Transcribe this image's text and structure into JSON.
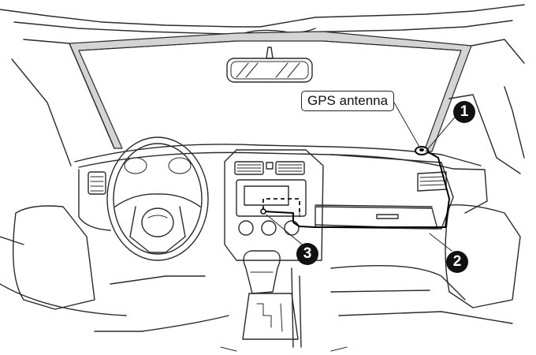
{
  "labels": {
    "gps_antenna": "GPS antenna"
  },
  "callouts": {
    "one": "1",
    "two": "2",
    "three": "3"
  },
  "colors": {
    "line": "#2a2a2a",
    "windshield_band": "#d4d4d4",
    "callout_fill": "#111111",
    "callout_text": "#ffffff"
  }
}
